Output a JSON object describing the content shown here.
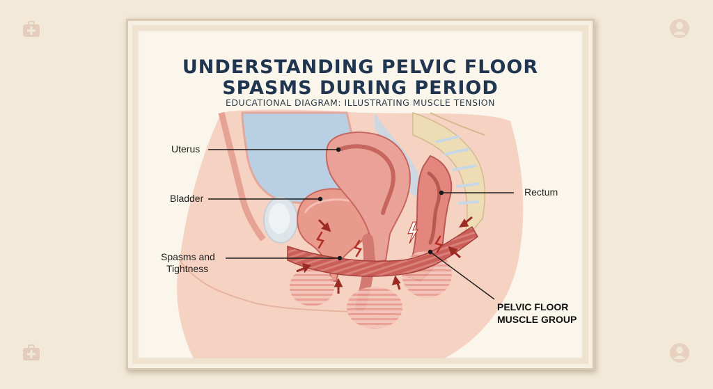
{
  "diagram": {
    "title_line1": "UNDERSTANDING PELVIC FLOOR",
    "title_line2": "SPASMS DURING PERIOD",
    "subtitle": "EDUCATIONAL DIAGRAM: ILLUSTRATING MUSCLE TENSION",
    "labels": {
      "uterus": "Uterus",
      "bladder": "Bladder",
      "spasms_line1": "Spasms and",
      "spasms_line2": "Tightness",
      "rectum": "Rectum",
      "pelvic_line1": "PELVIC FLOOR",
      "pelvic_line2": "MUSCLE GROUP"
    }
  },
  "background_icons": [
    "medical-kit-icon",
    "doctor-avatar-icon",
    "medical-kit-icon",
    "doctor-avatar-icon"
  ],
  "colors": {
    "background": "#f3e9d8",
    "title": "#1f3550",
    "muscle": "#c9605a",
    "tissue": "#f0b8a8",
    "bladder_fluid": "#b9d0e4",
    "bone": "#eedcb5",
    "spasm_arrow": "#9a2a22"
  }
}
